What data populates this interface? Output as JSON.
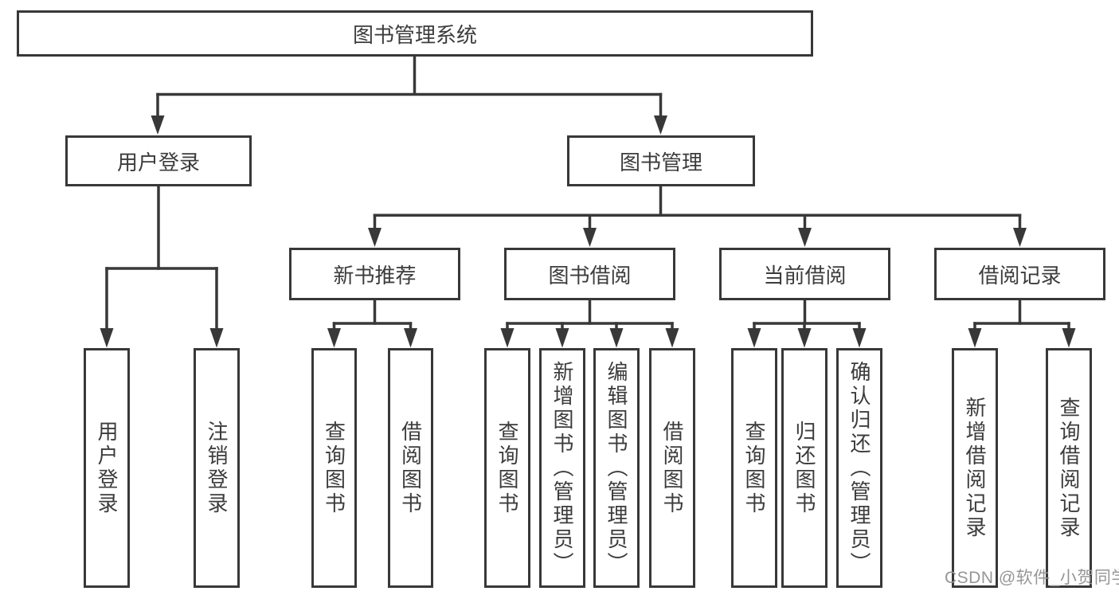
{
  "tree": {
    "root": {
      "label": "图书管理系统",
      "children": [
        {
          "label": "用户登录",
          "children": [
            {
              "label": "用户登录"
            },
            {
              "label": "注销登录"
            }
          ]
        },
        {
          "label": "图书管理",
          "children": [
            {
              "label": "新书推荐",
              "children": [
                {
                  "label": "查询图书"
                },
                {
                  "label": "借阅图书"
                }
              ]
            },
            {
              "label": "图书借阅",
              "children": [
                {
                  "label": "查询图书"
                },
                {
                  "label": "新增图书（管理员）"
                },
                {
                  "label": "编辑图书（管理员）"
                },
                {
                  "label": "借阅图书"
                }
              ]
            },
            {
              "label": "当前借阅",
              "children": [
                {
                  "label": "查询图书"
                },
                {
                  "label": "归还图书"
                },
                {
                  "label": "确认归还（管理员）"
                }
              ]
            },
            {
              "label": "借阅记录",
              "children": [
                {
                  "label": "新增借阅记录"
                },
                {
                  "label": "查询借阅记录"
                }
              ]
            }
          ]
        }
      ]
    }
  },
  "watermark": {
    "text": "CSDN @软件_小贺同学"
  },
  "colors": {
    "line": "#383838",
    "box_border": "#383838",
    "text": "#3c3c3c",
    "watermark": "#969696",
    "background": "#ffffff"
  }
}
